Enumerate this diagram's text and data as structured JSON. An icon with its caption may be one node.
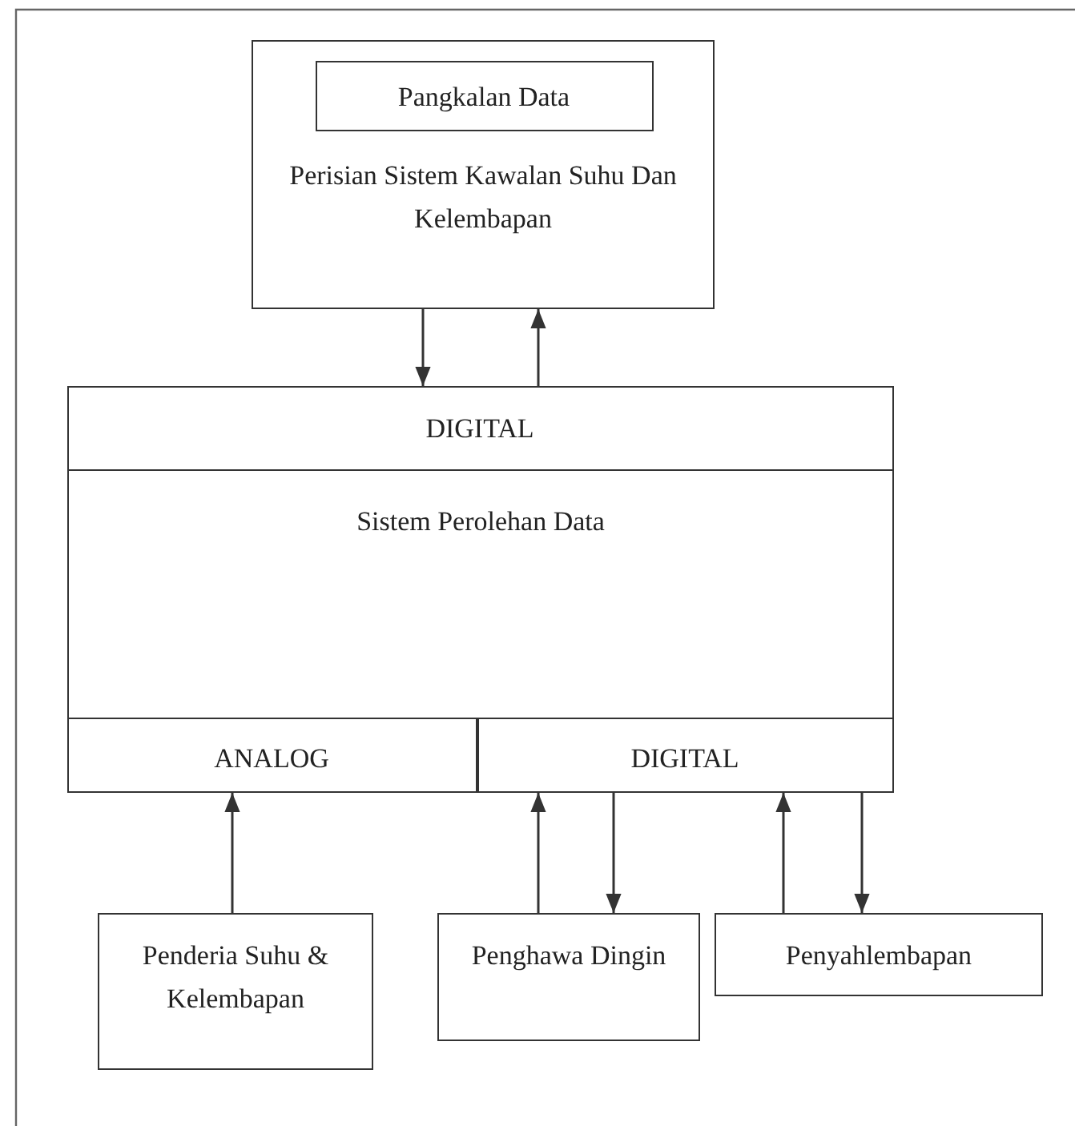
{
  "diagram": {
    "nodes": [
      {
        "text": [
          "Perisian Sistem Kawalan Suhu Dan Kelembapan"
        ]
      },
      {
        "text": [
          "Pangkalan Data"
        ],
        "in": 0
      },
      {
        "text": [
          "Sistem Perolehan Data"
        ]
      },
      {
        "text": [
          "DIGITAL"
        ],
        "in": 2
      },
      {
        "text": [
          "ANALOG"
        ],
        "in": 2
      },
      {
        "text": [
          "DIGITAL"
        ],
        "in": 2
      },
      {
        "text": [
          "Penderia Suhu & Kelembapan"
        ]
      },
      {
        "text": [
          "Penghawa Dingin"
        ]
      },
      {
        "text": [
          "Penyahlembapan"
        ]
      }
    ],
    "edges": [
      {
        "from": 0,
        "to": 3,
        "arrow": "to"
      },
      {
        "from": 3,
        "to": 0,
        "arrow": "to"
      },
      {
        "from": 6,
        "to": 4,
        "arrow": "to"
      },
      {
        "from": 7,
        "to": 5,
        "arrow": "to"
      },
      {
        "from": 5,
        "to": 7,
        "arrow": "to"
      },
      {
        "from": 8,
        "to": 5,
        "arrow": "to"
      },
      {
        "from": 5,
        "to": 8,
        "arrow": "to"
      }
    ]
  }
}
